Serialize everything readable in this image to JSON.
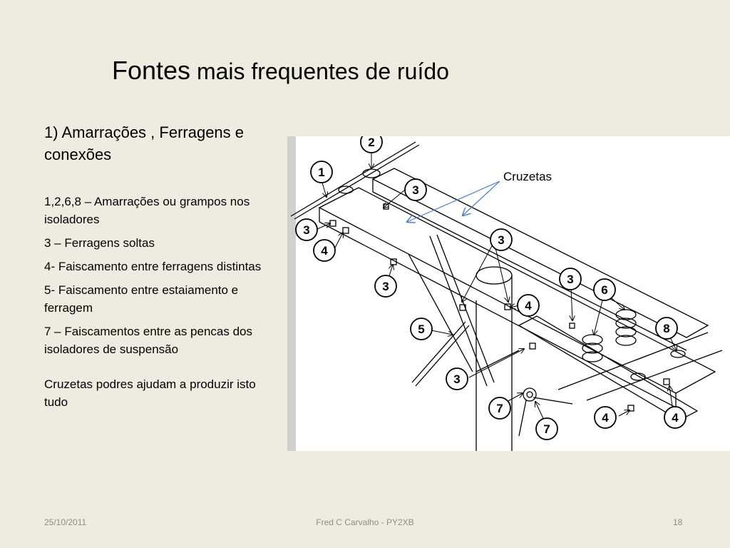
{
  "slide": {
    "title_word": "Fontes",
    "title_rest": " mais frequentes de ruído",
    "heading": "1) Amarrações , Ferragens e conexões",
    "items": [
      "1,2,6,8 – Amarrações ou grampos nos isoladores",
      "3 – Ferragens soltas",
      "4- Faiscamento entre ferragens distintas",
      "5- Faiscamento entre estaiamento e ferragem",
      "7 – Faiscamentos entre as pencas dos isoladores de suspensão"
    ],
    "note": "Cruzetas podres  ajudam a produzir isto tudo"
  },
  "figure": {
    "annotation": "Cruzetas",
    "callouts": [
      "1",
      "2",
      "3",
      "3",
      "3",
      "3",
      "3",
      "3",
      "4",
      "4",
      "4",
      "4",
      "5",
      "6",
      "7",
      "7",
      "8"
    ]
  },
  "footer": {
    "date": "25/10/2011",
    "author": "Fred C Carvalho - PY2XB",
    "page": "18"
  },
  "colors": {
    "background": "#eeece1",
    "arrow": "#4f81bd",
    "footer": "#8c8c8c"
  }
}
